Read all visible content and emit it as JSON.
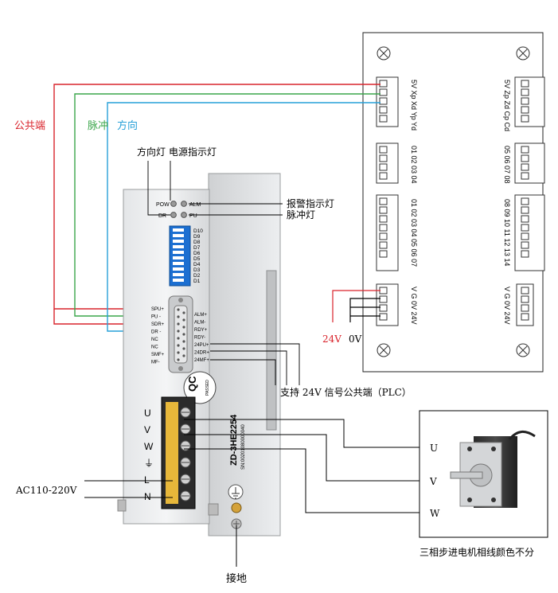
{
  "wire_labels": {
    "common": "公共端",
    "pulse": "脉冲",
    "direction": "方向"
  },
  "wire_colors": {
    "red": "#d9232b",
    "green": "#3aa64a",
    "blue": "#27a0d8",
    "black": "#000000"
  },
  "callouts": {
    "dir_led": "方向灯",
    "power_led": "电源指示灯",
    "alarm_led": "报警指示灯",
    "pulse_led": "脉冲灯",
    "plc_common": "支持 24V 信号公共端（PLC）",
    "ac_input": "AC110-220V",
    "ground": "接地",
    "motor_note": "三相步进电机相线颜色不分"
  },
  "driver": {
    "led_labels": {
      "pow": "POW",
      "alm": "ALM",
      "dr": "DR",
      "pu": "PU"
    },
    "dip_labels": [
      "D10",
      "D9",
      "D8",
      "D7",
      "D6",
      "D5",
      "D4",
      "D3",
      "D2",
      "D1"
    ],
    "left_pins": [
      "SPU+",
      "PU -",
      "SDR+",
      "DR -",
      "NC",
      "NC",
      "SMF+",
      "MF-"
    ],
    "right_pins": [
      "ALM+",
      "ALM-",
      "RDY+",
      "RDY-",
      "24PU+",
      "24DR+",
      "24MF+"
    ],
    "terminals": [
      "U",
      "V",
      "W",
      "⏚",
      "L",
      "N"
    ],
    "qc_text": "QC",
    "qc_sub": "PASSED",
    "model": "ZD-3HE2254",
    "serial": "SN:00201080000040"
  },
  "controller": {
    "left_groups": [
      {
        "label": "5V Xp Xd Yp Yd"
      },
      {
        "label": "01 02 03 04"
      },
      {
        "label": "01 02 03 04 05 06 07"
      },
      {
        "label": "V  G  0V 24V"
      }
    ],
    "right_groups": [
      {
        "label": "5V Zp Zd Cp Cd"
      },
      {
        "label": "05 06 07 08"
      },
      {
        "label": "08 09 10 11 12 13 14"
      },
      {
        "label": "V  G  0V 24V"
      }
    ],
    "supply": {
      "v24": "24V",
      "v0": "0V"
    }
  },
  "motor": {
    "phases": [
      "U",
      "V",
      "W"
    ]
  }
}
